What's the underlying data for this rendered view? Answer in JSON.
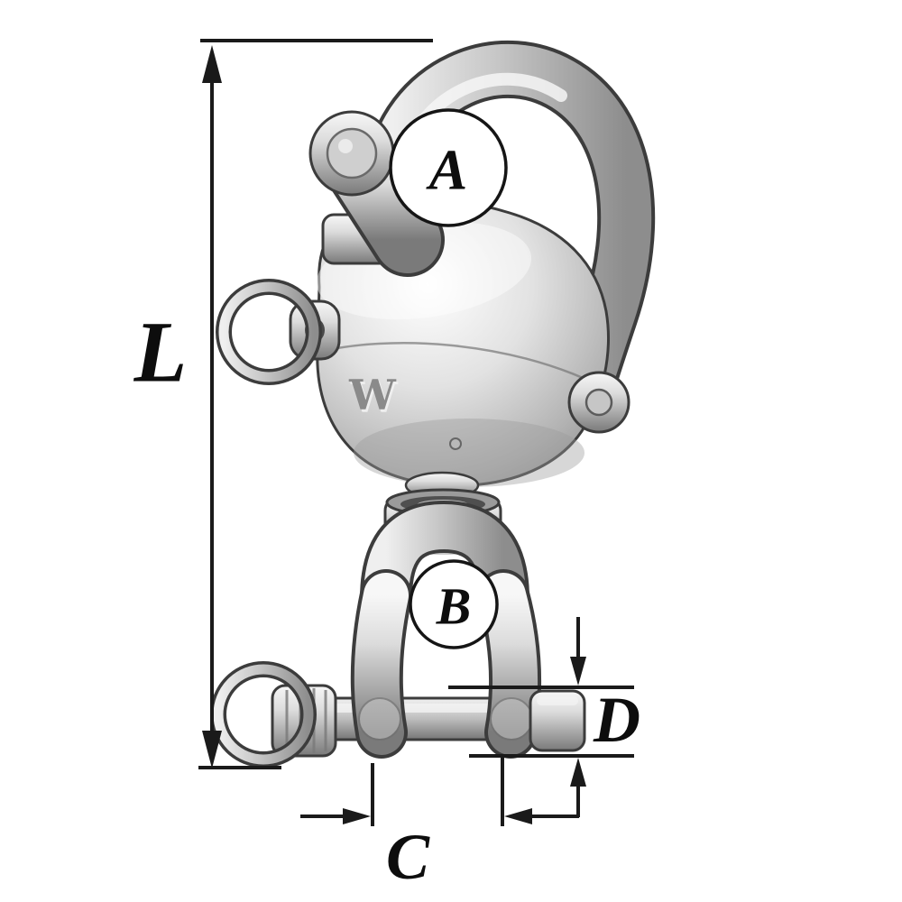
{
  "figure": {
    "illustration": "swivel-snap-shackle-technical-drawing",
    "logo_mark": "W",
    "labels": {
      "overall_length": "L",
      "shackle_opening": "A",
      "swivel_jaw": "B",
      "jaw_width": "C",
      "pin_diameter": "D"
    },
    "colors": {
      "background": "#ffffff",
      "line": "#1a1a1a",
      "outline": "#3c3c3c",
      "steel_light": "#f6f6f6",
      "steel_mid": "#bdbdbd",
      "steel_dark": "#7a7a7a"
    }
  }
}
